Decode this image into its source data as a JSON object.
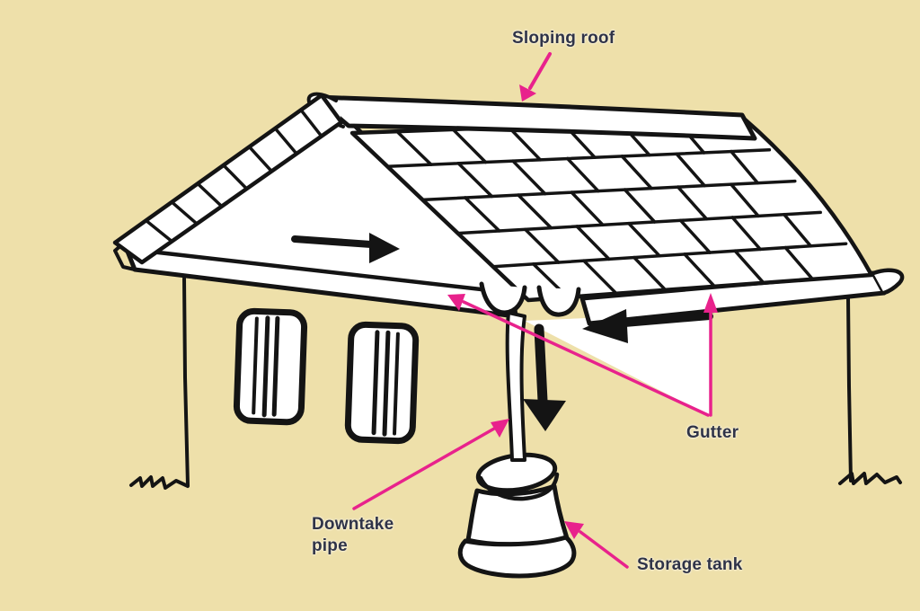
{
  "labels": {
    "sloping_roof": "Sloping roof",
    "gutter": "Gutter",
    "downtake_line1": "Downtake",
    "downtake_line2": "pipe",
    "storage_tank": "Storage tank"
  },
  "colors": {
    "background": "#eee0aa",
    "ink": "#141414",
    "callout_arrow": "#e8228c",
    "label_text": "#2f3347",
    "paper_fill": "#ffffff"
  }
}
